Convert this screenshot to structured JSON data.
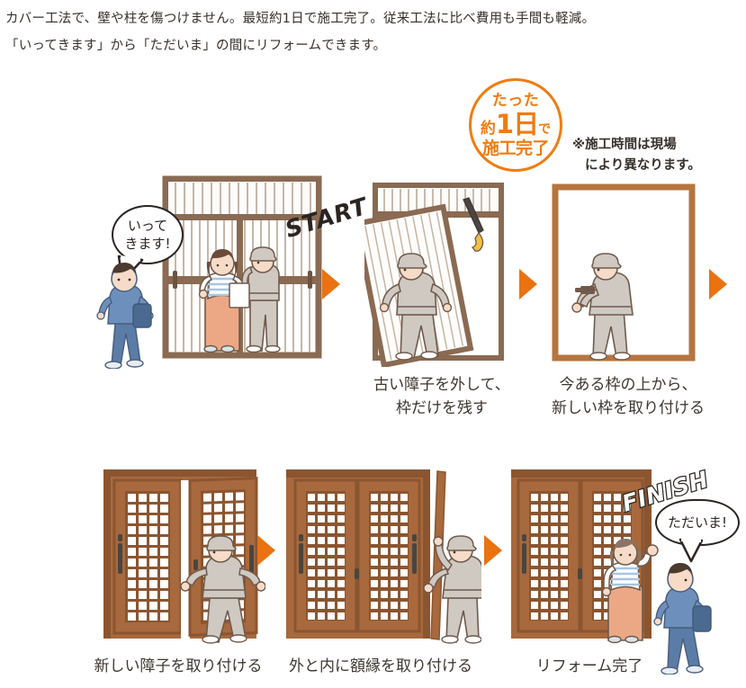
{
  "header": {
    "line1": "カバー工法で、壁や柱を傷つけません。最短約1日で施工完了。従来工法に比べ費用も手間も軽減。",
    "line2": "「いってきます」から「ただいま」の間にリフォームできます。"
  },
  "badge": {
    "line1": "たった",
    "line2_prefix": "約",
    "line2_big": "1日",
    "line2_suffix": "で",
    "line3": "施工完了",
    "note_line1": "※施工時間は現場",
    "note_line2": "により異なります。",
    "color": "#ef7c10"
  },
  "labels": {
    "start": "START",
    "finish": "FINISH"
  },
  "bubbles": {
    "leaving": "いって\nきます!",
    "returning": "ただいま!"
  },
  "steps": {
    "row1": [
      {
        "caption": "",
        "alt": "既存の障子とお客様・作業員"
      },
      {
        "caption": "古い障子を外して、\n枠だけを残す",
        "alt": "障子を外す作業員"
      },
      {
        "caption": "今ある枠の上から、\n新しい枠を取り付ける",
        "alt": "枠を取り付ける作業員"
      }
    ],
    "row2": [
      {
        "caption": "新しい障子を取り付ける",
        "alt": "新しい障子を取り付ける作業員"
      },
      {
        "caption": "外と内に額縁を取り付ける",
        "alt": "額縁を運ぶ作業員"
      },
      {
        "caption": "リフォーム完了",
        "alt": "完成した玄関と女性"
      }
    ]
  },
  "colors": {
    "arrow": "#ea7211",
    "old_frame": "#8a6a52",
    "new_frame": "#b5753f",
    "door_brown": "#a7693d",
    "door_dark": "#8b5530",
    "worker_grey": "#cfc9c2",
    "skirt_orange": "#eca884",
    "stripe_blue": "#a8c6e2",
    "text": "#3c3630"
  }
}
